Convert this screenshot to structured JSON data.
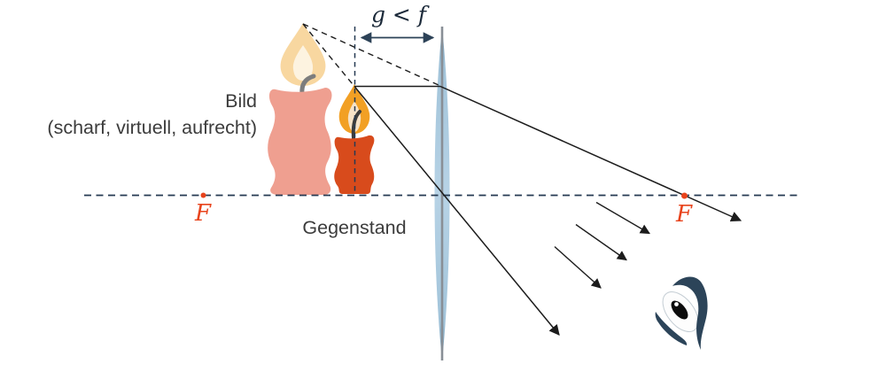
{
  "labels": {
    "distance_annotation": "g < f",
    "image_label_line1": "Bild",
    "image_label_line2": "(scharf, virtuell, aufrecht)",
    "object_label": "Gegenstand",
    "focal_left": "F",
    "focal_right": "F"
  },
  "colors": {
    "axis_dash": "#263a52",
    "ray": "#1c1c1c",
    "dimension_arrow": "#2c4257",
    "focal_point": "#e8431c",
    "lens_fill": "#aecde2",
    "lens_center_line": "#898f96",
    "image_candle_body": "#ef9f90",
    "image_candle_flame_outer": "#f8d7a0",
    "image_candle_flame_inner": "#fdf3e0",
    "image_candle_wick": "#7d7d7d",
    "object_candle_body": "#d84b1c",
    "object_candle_flame_outer": "#f2a024",
    "object_candle_flame_inner": "#f6e3c9",
    "object_candle_wick": "#3d3d3d",
    "label_text": "#3c3c3c",
    "eye_color": "#2c4459"
  },
  "icons": {
    "lens": "convex-lens-icon",
    "image_candle": "candle-virtual-image-icon",
    "object_candle": "candle-object-icon",
    "eye": "eye-icon"
  }
}
